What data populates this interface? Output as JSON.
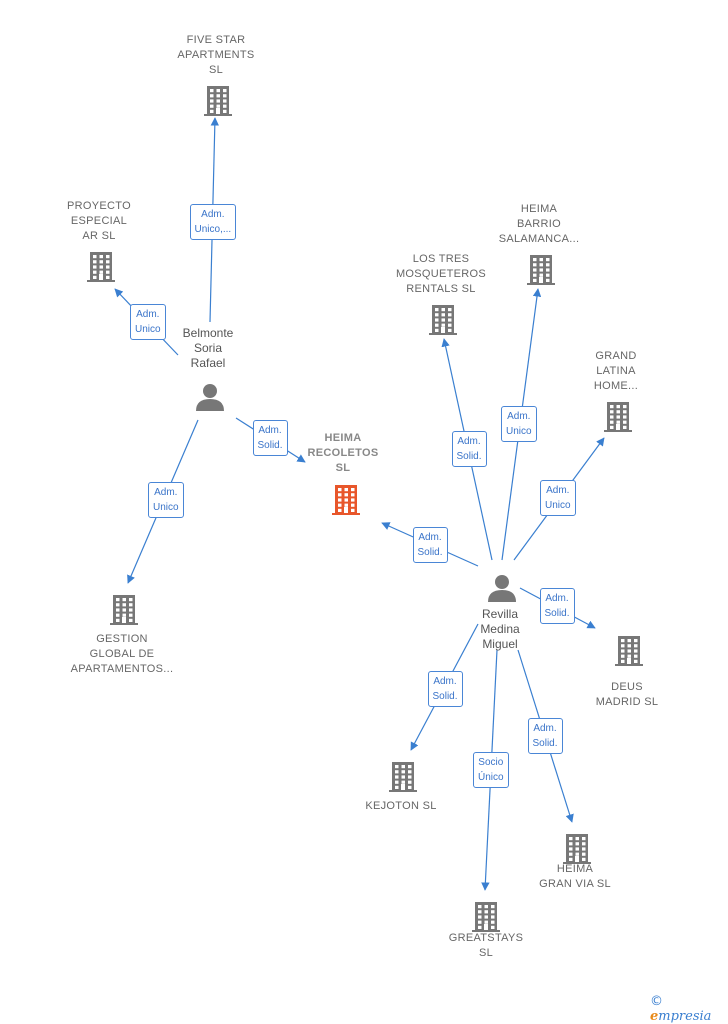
{
  "colors": {
    "edge": "#3a7fd0",
    "building": "#777777",
    "main_building": "#e8562a",
    "person": "#777777"
  },
  "companies": [
    {
      "id": "main",
      "label": "HEIMA\nRECOLETOS\nSL",
      "main": true
    },
    {
      "id": "five_star",
      "label": "FIVE STAR\nAPARTMENTS\nSL"
    },
    {
      "id": "proyecto",
      "label": "PROYECTO\nESPECIAL\nAR  SL"
    },
    {
      "id": "gestion",
      "label": "GESTION\nGLOBAL DE\nAPARTAMENTOS..."
    },
    {
      "id": "los_tres",
      "label": "LOS TRES\nMOSQUETEROS\nRENTALS  SL"
    },
    {
      "id": "heima_barrio",
      "label": "HEIMA\nBARRIO\nSALAMANCA..."
    },
    {
      "id": "grand_latina",
      "label": "GRAND\nLATINA\nHOME..."
    },
    {
      "id": "deus",
      "label": "DEUS\nMADRID  SL"
    },
    {
      "id": "kejoton",
      "label": "KEJOTON  SL"
    },
    {
      "id": "greatstays",
      "label": "GREATSTAYS\nSL"
    },
    {
      "id": "heima_granvia",
      "label": "HEIMA\nGRAN VIA  SL"
    }
  ],
  "persons": [
    {
      "id": "belmonte",
      "label": "Belmonte\nSoria\nRafael"
    },
    {
      "id": "revilla",
      "label": "Revilla\nMedina\nMiguel"
    }
  ],
  "edges": [
    {
      "from": "belmonte",
      "to": "five_star",
      "label": "Adm.\nUnico,..."
    },
    {
      "from": "belmonte",
      "to": "proyecto",
      "label": "Adm.\nUnico"
    },
    {
      "from": "belmonte",
      "to": "main",
      "label": "Adm.\nSolid."
    },
    {
      "from": "belmonte",
      "to": "gestion",
      "label": "Adm.\nUnico"
    },
    {
      "from": "revilla",
      "to": "main",
      "label": "Adm.\nSolid."
    },
    {
      "from": "revilla",
      "to": "los_tres",
      "label": "Adm.\nSolid."
    },
    {
      "from": "revilla",
      "to": "heima_barrio",
      "label": "Adm.\nUnico"
    },
    {
      "from": "revilla",
      "to": "grand_latina",
      "label": "Adm.\nUnico"
    },
    {
      "from": "revilla",
      "to": "deus",
      "label": "Adm.\nSolid."
    },
    {
      "from": "revilla",
      "to": "kejoton",
      "label": "Adm.\nSolid."
    },
    {
      "from": "revilla",
      "to": "greatstays",
      "label": "Socio\nÚnico"
    },
    {
      "from": "revilla",
      "to": "heima_granvia",
      "label": "Adm.\nSolid."
    }
  ],
  "brand": {
    "copyright": "©",
    "e": "e",
    "rest": "mpresia"
  }
}
